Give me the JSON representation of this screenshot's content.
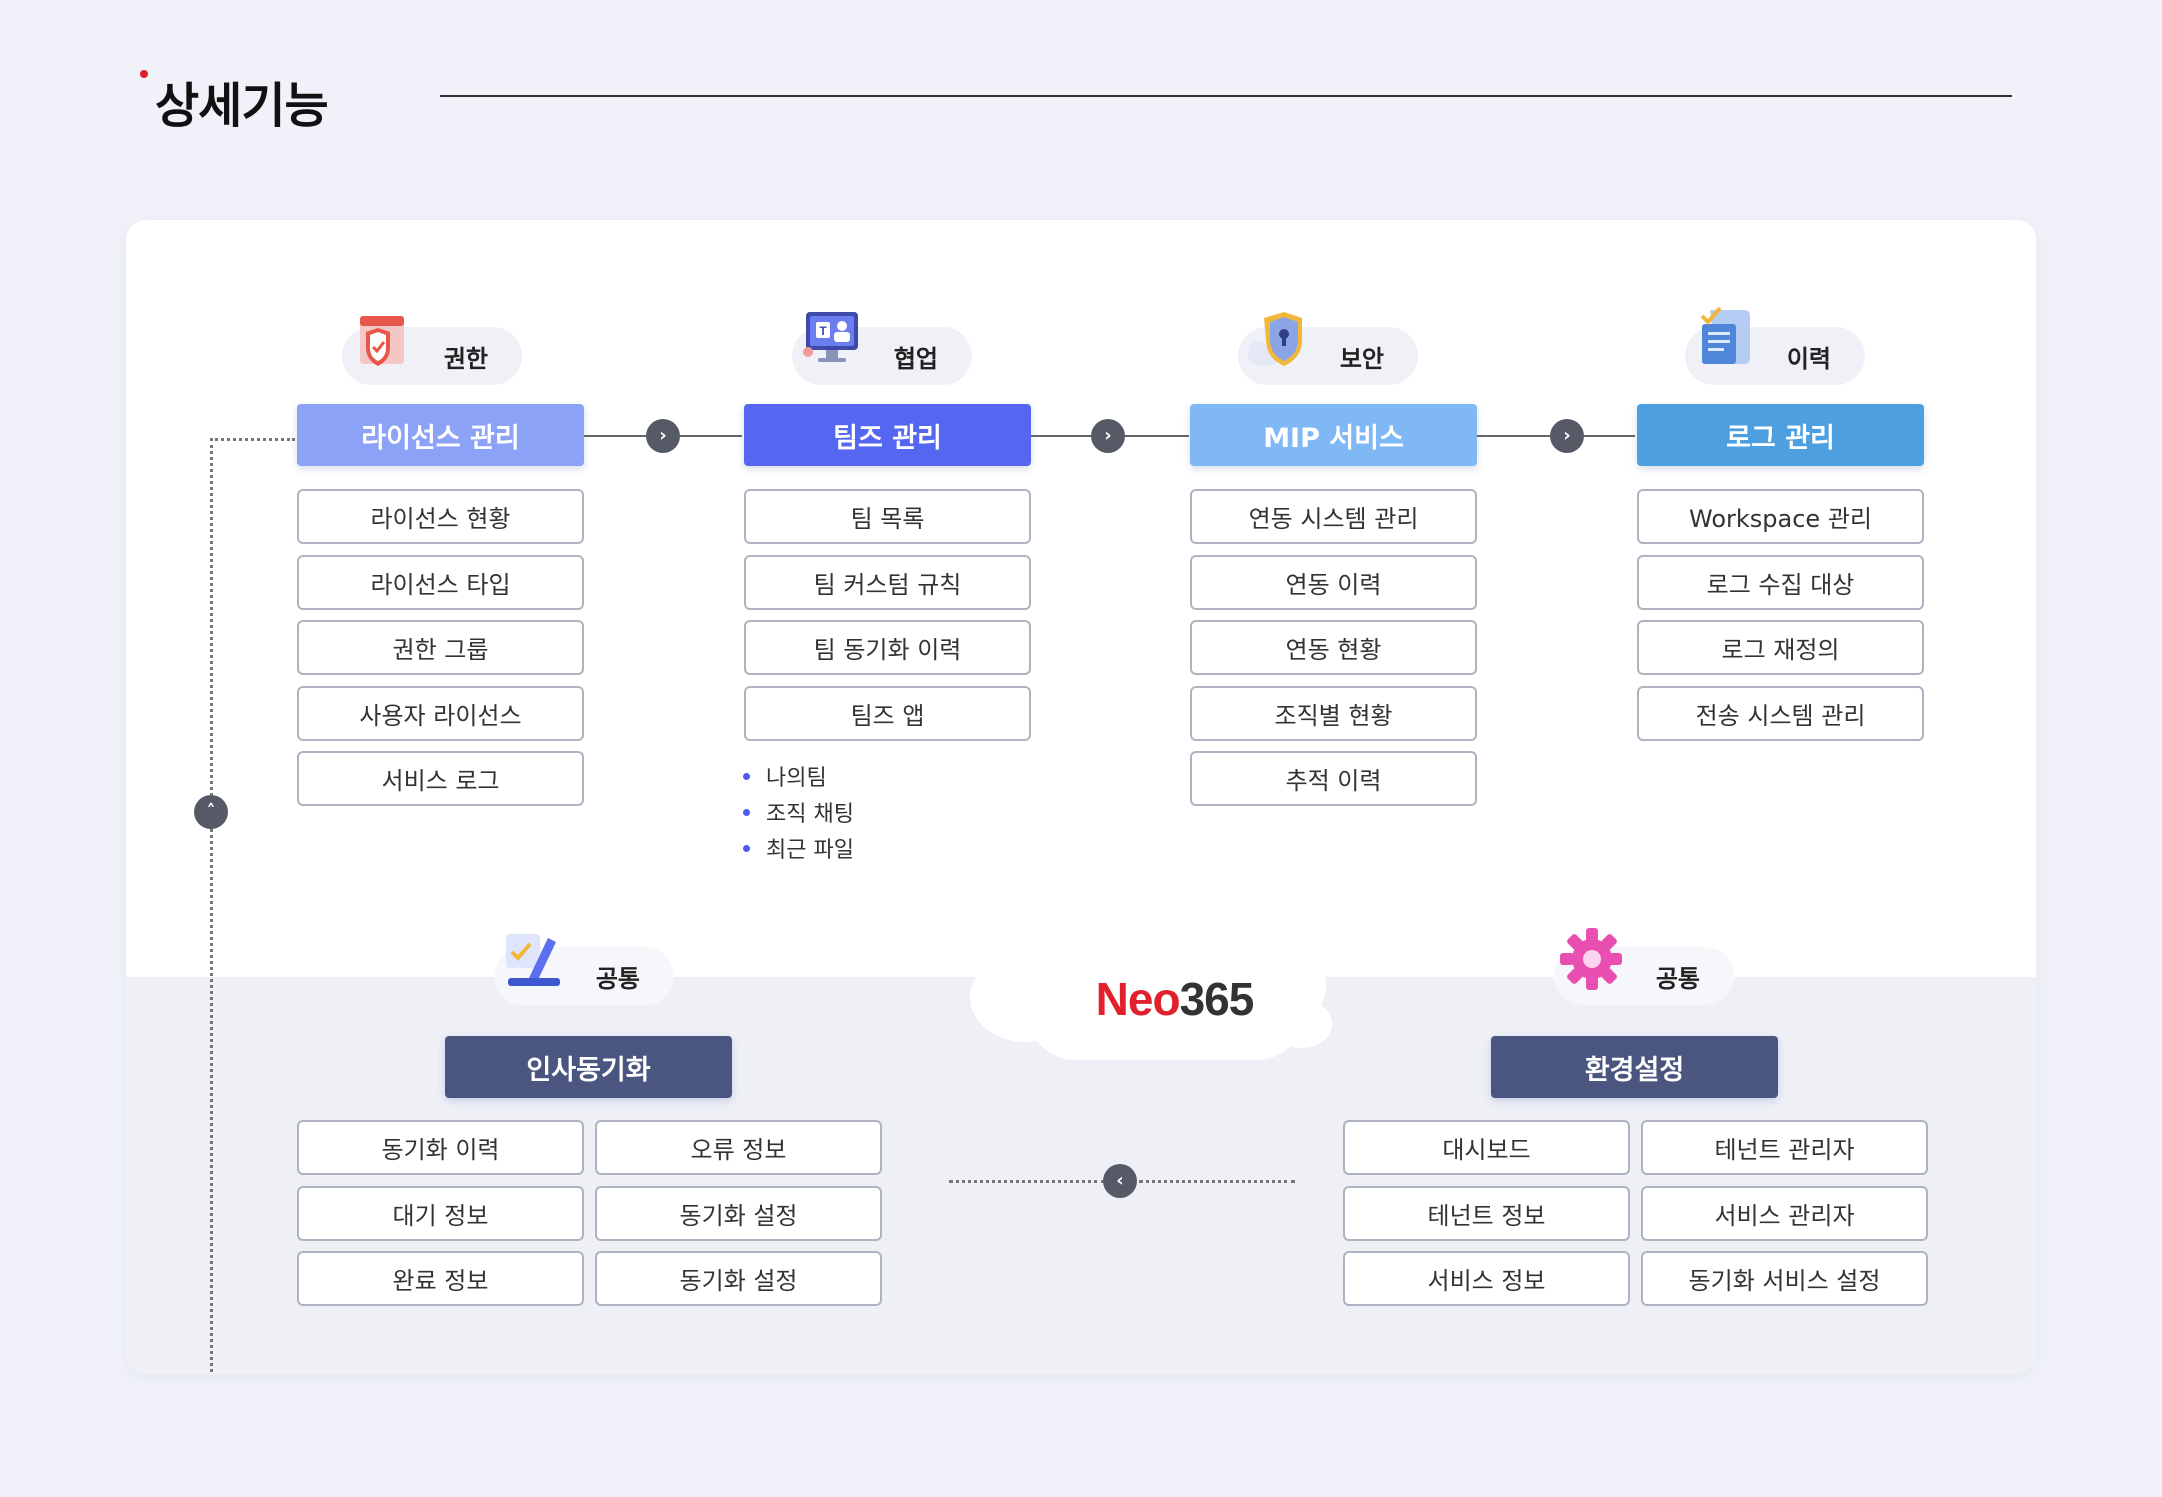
{
  "page": {
    "title": "상세기능"
  },
  "columns": [
    {
      "category": "권한",
      "header": "라이선스 관리",
      "items": [
        "라이선스 현황",
        "라이선스 타입",
        "권한 그룹",
        "사용자 라이선스",
        "서비스 로그"
      ]
    },
    {
      "category": "협업",
      "header": "팀즈 관리",
      "items": [
        "팀 목록",
        "팀 커스텀 규칙",
        "팀 동기화 이력",
        "팀즈 앱"
      ],
      "bullets": [
        "나의팀",
        "조직 채팅",
        "최근 파일"
      ]
    },
    {
      "category": "보안",
      "header": "MIP 서비스",
      "items": [
        "연동 시스템 관리",
        "연동 이력",
        "연동 현황",
        "조직별 현황",
        "추적 이력"
      ]
    },
    {
      "category": "이력",
      "header": "로그 관리",
      "items": [
        "Workspace 관리",
        "로그 수집 대상",
        "로그 재정의",
        "전송 시스템 관리"
      ]
    }
  ],
  "bottom": {
    "left": {
      "category": "공통",
      "header": "인사동기화",
      "items": [
        "동기화 이력",
        "오류 정보",
        "대기 정보",
        "동기화 설정",
        "완료 정보",
        "동기화 설정"
      ]
    },
    "right": {
      "category": "공통",
      "header": "환경설정",
      "items": [
        "대시보드",
        "테넌트 관리자",
        "테넌트 정보",
        "서비스 관리자",
        "서비스 정보",
        "동기화 서비스 설정"
      ]
    }
  },
  "brand": {
    "name": "Neo",
    "number": "365"
  },
  "arrows": {
    "right": "›",
    "left": "‹",
    "up": "˄"
  },
  "icons": {
    "col1": "shield-window-icon",
    "col2": "teams-monitor-icon",
    "col3": "lock-shield-cloud-icon",
    "col4": "document-check-icon",
    "bottom_left": "pencil-chart-icon",
    "bottom_right": "gear-icon"
  },
  "colors": {
    "accent_red": "#e5202c",
    "header_1": "#8ba2f7",
    "header_2": "#5567f0",
    "header_3": "#7fb8f5",
    "header_4": "#4e9fe0",
    "header_bottom": "#4a5580"
  }
}
